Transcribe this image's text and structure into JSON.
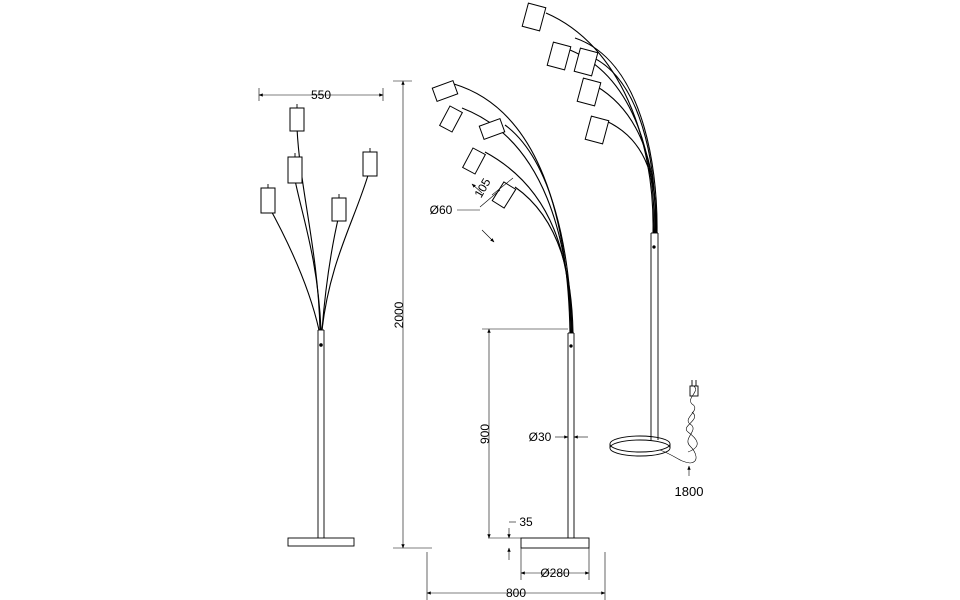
{
  "dimensions": {
    "width_550": "550",
    "height_2000": "2000",
    "shade_length_105": "105",
    "shade_diameter": "Ø60",
    "pole_diameter": "Ø30",
    "switch_height_900": "900",
    "base_height_35": "35",
    "base_diameter": "Ø280",
    "reach_800": "800",
    "cable_length_1800": "1800"
  }
}
